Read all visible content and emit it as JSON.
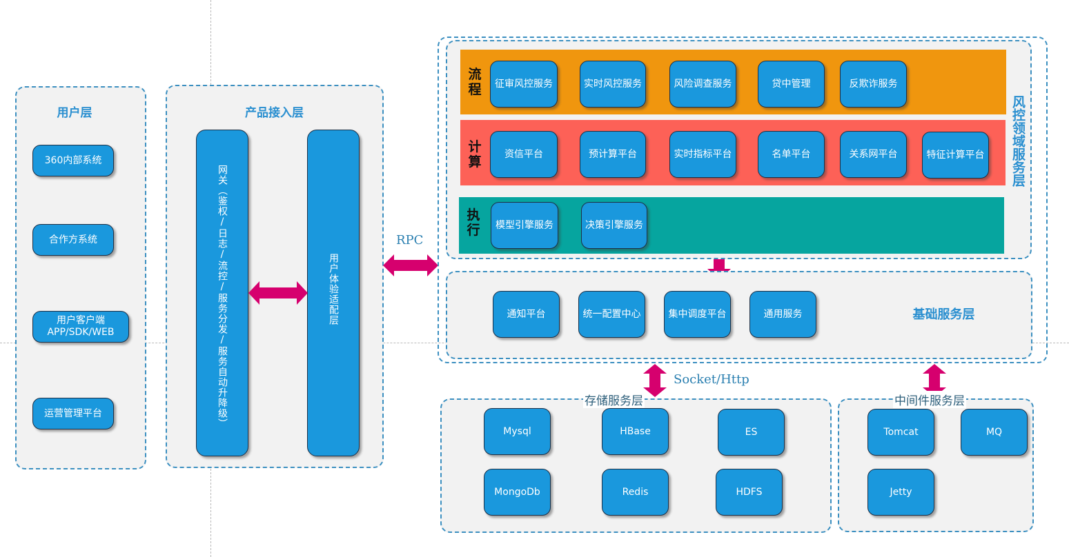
{
  "user_layer": {
    "title": "用户层",
    "items": [
      "360内部系统",
      "合作方系统",
      "用户客户端\nAPP/SDK/WEB",
      "运营管理平台"
    ]
  },
  "product_layer": {
    "title": "产品接入层",
    "gateway": "网关（鉴权/日志/流控/服务分发/服务自动升降级）",
    "adapter": "用户体验适配层"
  },
  "connections": {
    "rpc_label": "RPC",
    "socket_label": "Socket/Http"
  },
  "risk_domain_layer": {
    "title": "风控领域服务层",
    "bands": [
      {
        "label": "流程",
        "color": "#f0960e",
        "items": [
          "征审风控服务",
          "实时风控服务",
          "风险调查服务",
          "贷中管理",
          "反欺诈服务"
        ]
      },
      {
        "label": "计算",
        "color": "#fd6157",
        "items": [
          "资信平台",
          "预计算平台",
          "实时指标平台",
          "名单平台",
          "关系网平台",
          "特征计算平台"
        ]
      },
      {
        "label": "执行",
        "color": "#06a59f",
        "items": [
          "模型引擎服务",
          "决策引擎服务"
        ]
      }
    ]
  },
  "base_layer": {
    "title": "基础服务层",
    "items": [
      "通知平台",
      "统一配置中心",
      "集中调度平台",
      "通用服务"
    ]
  },
  "storage_layer": {
    "title": "存储服务层",
    "items": [
      "Mysql",
      "HBase",
      "ES",
      "MongoDb",
      "Redis",
      "HDFS"
    ]
  },
  "middleware_layer": {
    "title": "中间件服务层",
    "items": [
      "Tomcat",
      "MQ",
      "Jetty"
    ]
  },
  "colors": {
    "node": "#1a98dd",
    "panel_border": "#3b8fc0",
    "arrow": "#d6006e",
    "title": "#2a8fd0"
  }
}
